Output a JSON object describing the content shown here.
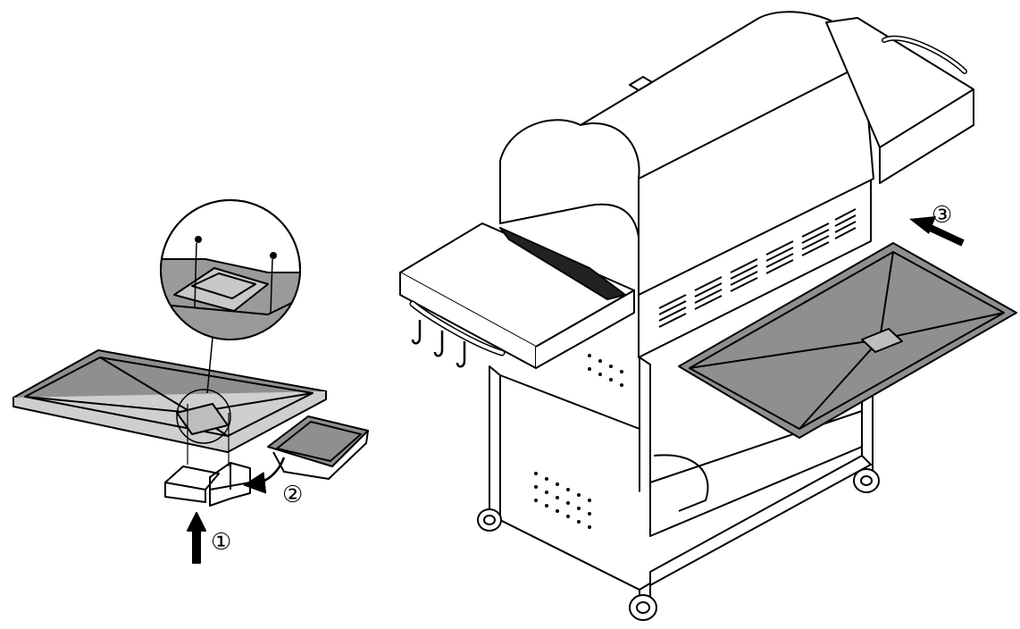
{
  "steps": [
    {
      "id": "step-1",
      "marker": "①"
    },
    {
      "id": "step-2",
      "marker": "②"
    },
    {
      "id": "step-3",
      "marker": "③"
    }
  ],
  "colors": {
    "line": "#000000",
    "tray_fill": "#8f8f8f",
    "magnifier_fill": "#9a9a9a",
    "background": "#ffffff"
  },
  "icons": [
    "arrow-up-icon",
    "curved-arrow-icon",
    "arrow-left-icon"
  ]
}
